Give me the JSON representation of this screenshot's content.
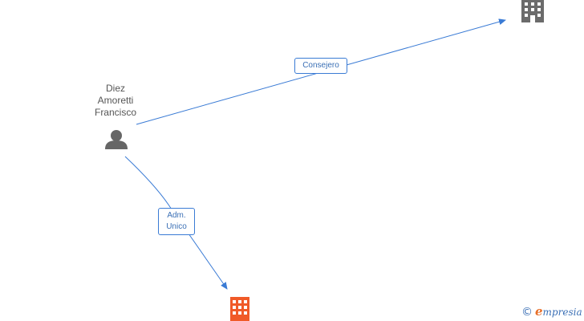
{
  "diagram": {
    "person": {
      "name_lines": [
        "Diez",
        "Amoretti",
        "Francisco"
      ],
      "icon": "person-icon"
    },
    "edges": [
      {
        "label": "Consejero",
        "from": "person",
        "to": "company-top-right"
      },
      {
        "label_lines": [
          "Adm.",
          "Unico"
        ],
        "from": "person",
        "to": "company-bottom"
      }
    ],
    "companies": [
      {
        "id": "company-top-right",
        "icon": "building-icon",
        "color": "#6b6b6b"
      },
      {
        "id": "company-bottom",
        "icon": "building-icon",
        "color": "#f05a28"
      }
    ],
    "colors": {
      "edge": "#3a7bd5",
      "person": "#666666"
    }
  },
  "footer": {
    "copyright_symbol": "©",
    "brand_initial": "e",
    "brand_rest": "mpresia"
  }
}
